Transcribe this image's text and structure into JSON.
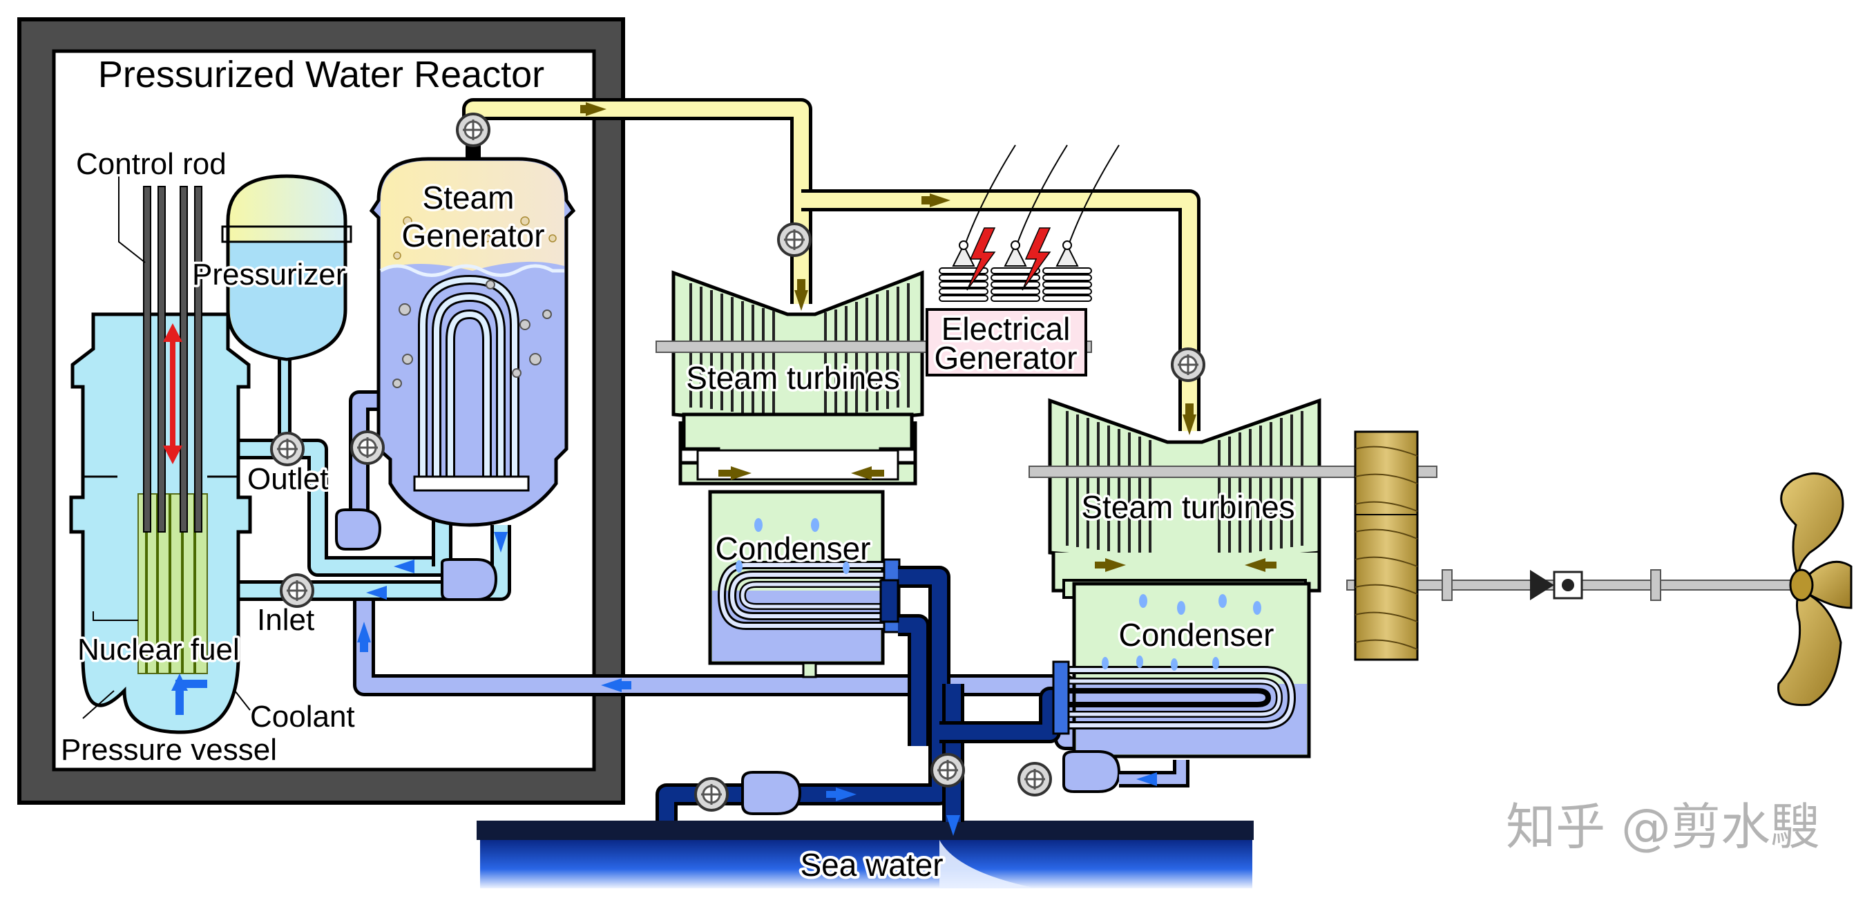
{
  "title": "Pressurized Water Reactor",
  "labels": {
    "control_rod": "Control rod",
    "pressurizer": "Pressurizer",
    "steam_generator_line1": "Steam",
    "steam_generator_line2": "Generator",
    "outlet": "Outlet",
    "inlet": "Inlet",
    "nuclear_fuel": "Nuclear fuel",
    "coolant": "Coolant",
    "pressure_vessel": "Pressure vessel",
    "steam_turbines_1": "Steam turbines",
    "steam_turbines_2": "Steam turbines",
    "electrical_generator_line1": "Electrical",
    "electrical_generator_line2": "Generator",
    "condenser_1": "Condenser",
    "condenser_2": "Condenser",
    "sea_water": "Sea water"
  },
  "watermark": "知乎 @剪水騪",
  "colors": {
    "steam": "#fbf7b0",
    "primary_coolant": "#b3e9f7",
    "feedwater": "#a9b8f5",
    "sea_water": "#0a2f8a",
    "flow_arrow_blue": "#1e6cf0",
    "flow_arrow_olive": "#6b5a00",
    "containment": "#4a4a4a",
    "turbine": "#d9f4cf",
    "propeller": "#c9a645"
  }
}
